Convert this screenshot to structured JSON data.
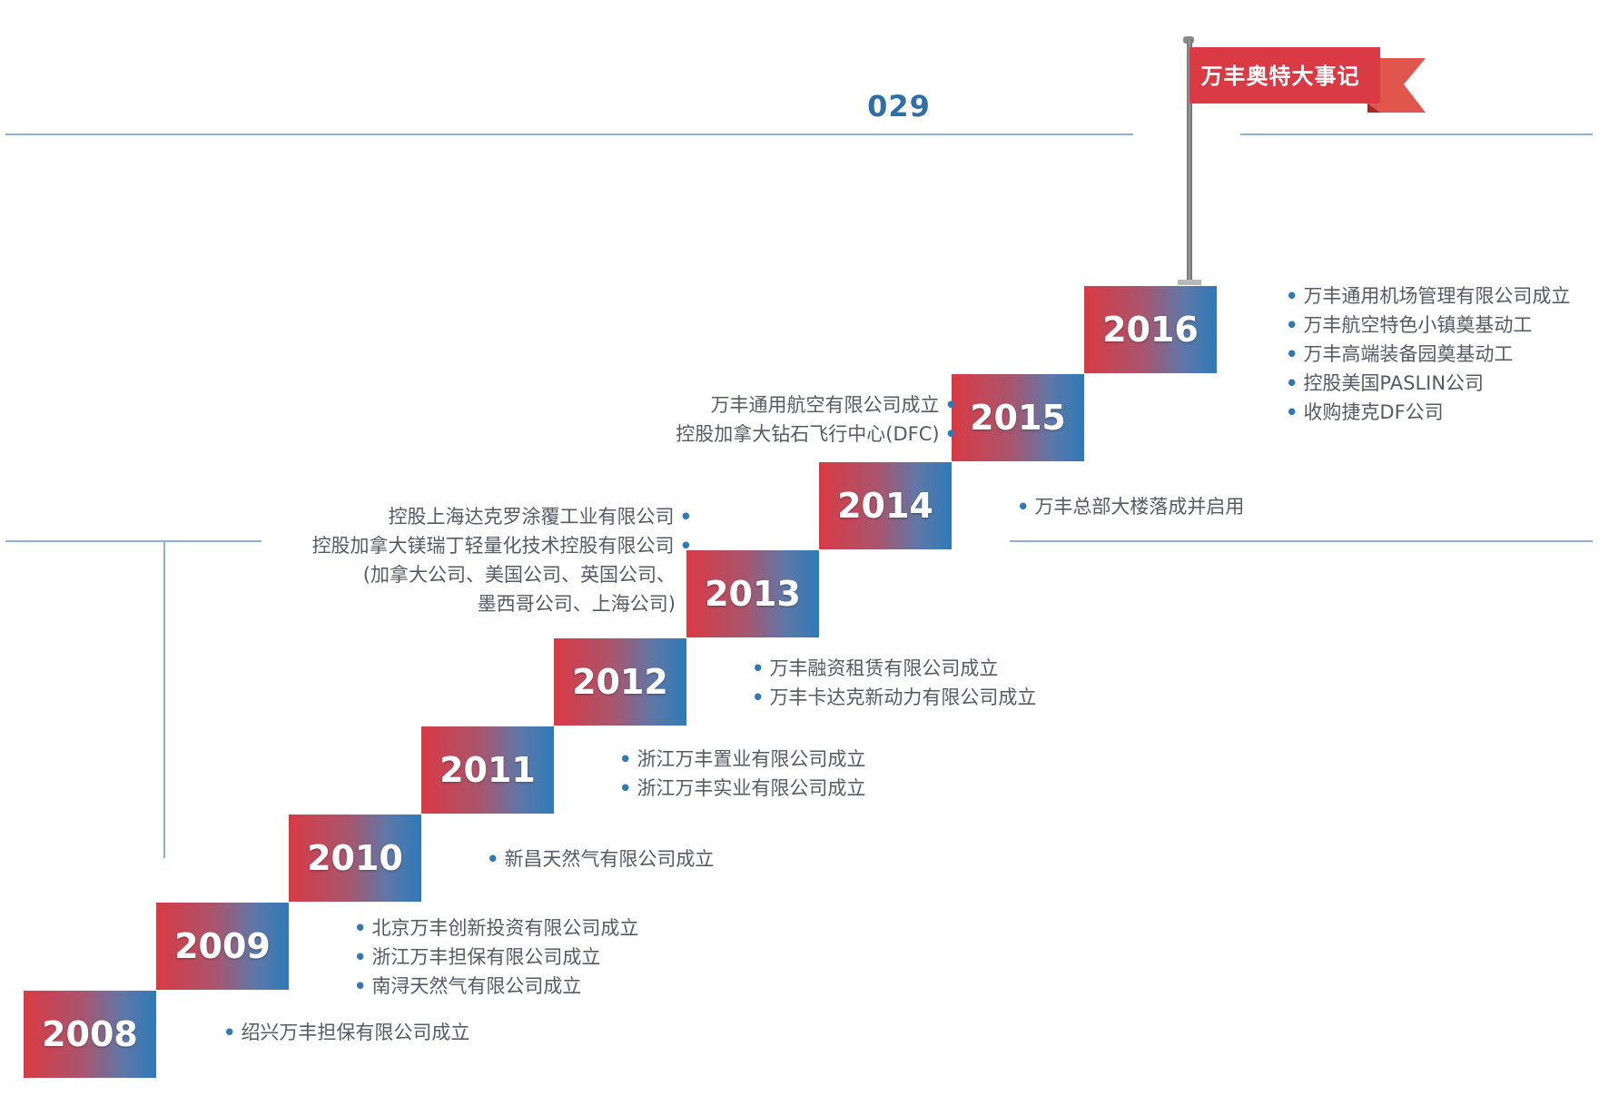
{
  "page_number": "029",
  "flag_title": "万丰奥特大事记",
  "colors": {
    "red": "#d93a44",
    "blue": "#2e7ab8",
    "line": "#8fb0d6",
    "text": "#555b66"
  },
  "timeline": [
    {
      "year": "2008",
      "events": [
        "绍兴万丰担保有限公司成立"
      ]
    },
    {
      "year": "2009",
      "events": [
        "北京万丰创新投资有限公司成立",
        "浙江万丰担保有限公司成立",
        "南浔天然气有限公司成立"
      ]
    },
    {
      "year": "2010",
      "events": [
        "新昌天然气有限公司成立"
      ]
    },
    {
      "year": "2011",
      "events": [
        "浙江万丰置业有限公司成立",
        "浙江万丰实业有限公司成立"
      ]
    },
    {
      "year": "2012",
      "events": [
        "万丰融资租赁有限公司成立",
        "万丰卡达克新动力有限公司成立"
      ]
    },
    {
      "year": "2013",
      "events": [
        "控股上海达克罗涂覆工业有限公司",
        "控股加拿大镁瑞丁轻量化技术控股有限公司",
        "(加拿大公司、美国公司、英国公司、",
        "墨西哥公司、上海公司)"
      ]
    },
    {
      "year": "2014",
      "events": [
        "万丰总部大楼落成并启用"
      ]
    },
    {
      "year": "2015",
      "events": [
        "万丰通用航空有限公司成立",
        "控股加拿大钻石飞行中心(DFC)"
      ]
    },
    {
      "year": "2016",
      "events": [
        "万丰通用机场管理有限公司成立",
        "万丰航空特色小镇奠基动工",
        "万丰高端装备园奠基动工",
        "控股美国PASLIN公司",
        "收购捷克DF公司"
      ]
    }
  ]
}
